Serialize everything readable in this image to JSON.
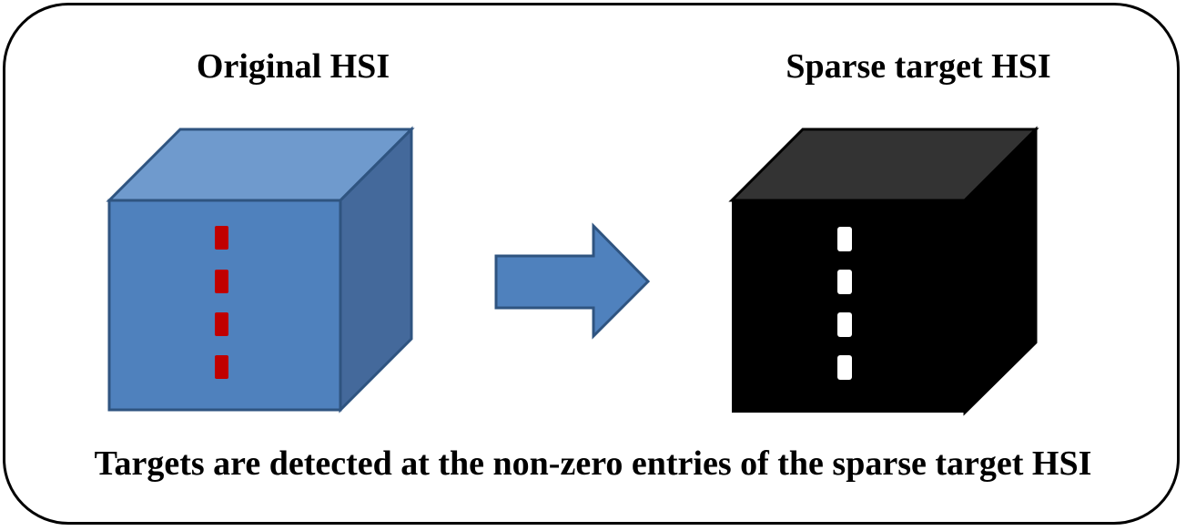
{
  "left_panel": {
    "title": "Original HSI"
  },
  "right_panel": {
    "title": "Sparse target HSI"
  },
  "caption": "Targets are detected at the non-zero entries of the sparse target HSI",
  "colors": {
    "cube_front": "#4f81bd",
    "cube_top": "#6f9acd",
    "cube_side": "#44699b",
    "cube_edge": "#2f5480",
    "target_marker": "#c00000",
    "sparse_front": "#000000",
    "sparse_top": "#333333",
    "sparse_marker": "#ffffff",
    "arrow_fill": "#4f81bd",
    "arrow_edge": "#2f5480"
  },
  "icons": {
    "original_cube": "hyperspectral-cube-icon",
    "sparse_cube": "sparse-target-cube-icon",
    "transform_arrow": "right-arrow-icon"
  }
}
